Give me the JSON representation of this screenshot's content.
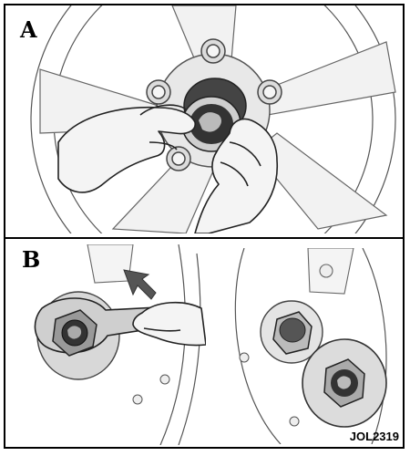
{
  "panels": [
    {
      "label": "A"
    },
    {
      "label": "B"
    }
  ],
  "figure_code": "JOL2319",
  "icons": {
    "panel_a": "hands-removing-wheel-center-cap-icon",
    "panel_b_left": "wrench-on-locking-wheel-nut-icon",
    "panel_b_right": "locking-wheel-nut-and-hub-icon",
    "arrow": "arrow-up-left-icon"
  }
}
